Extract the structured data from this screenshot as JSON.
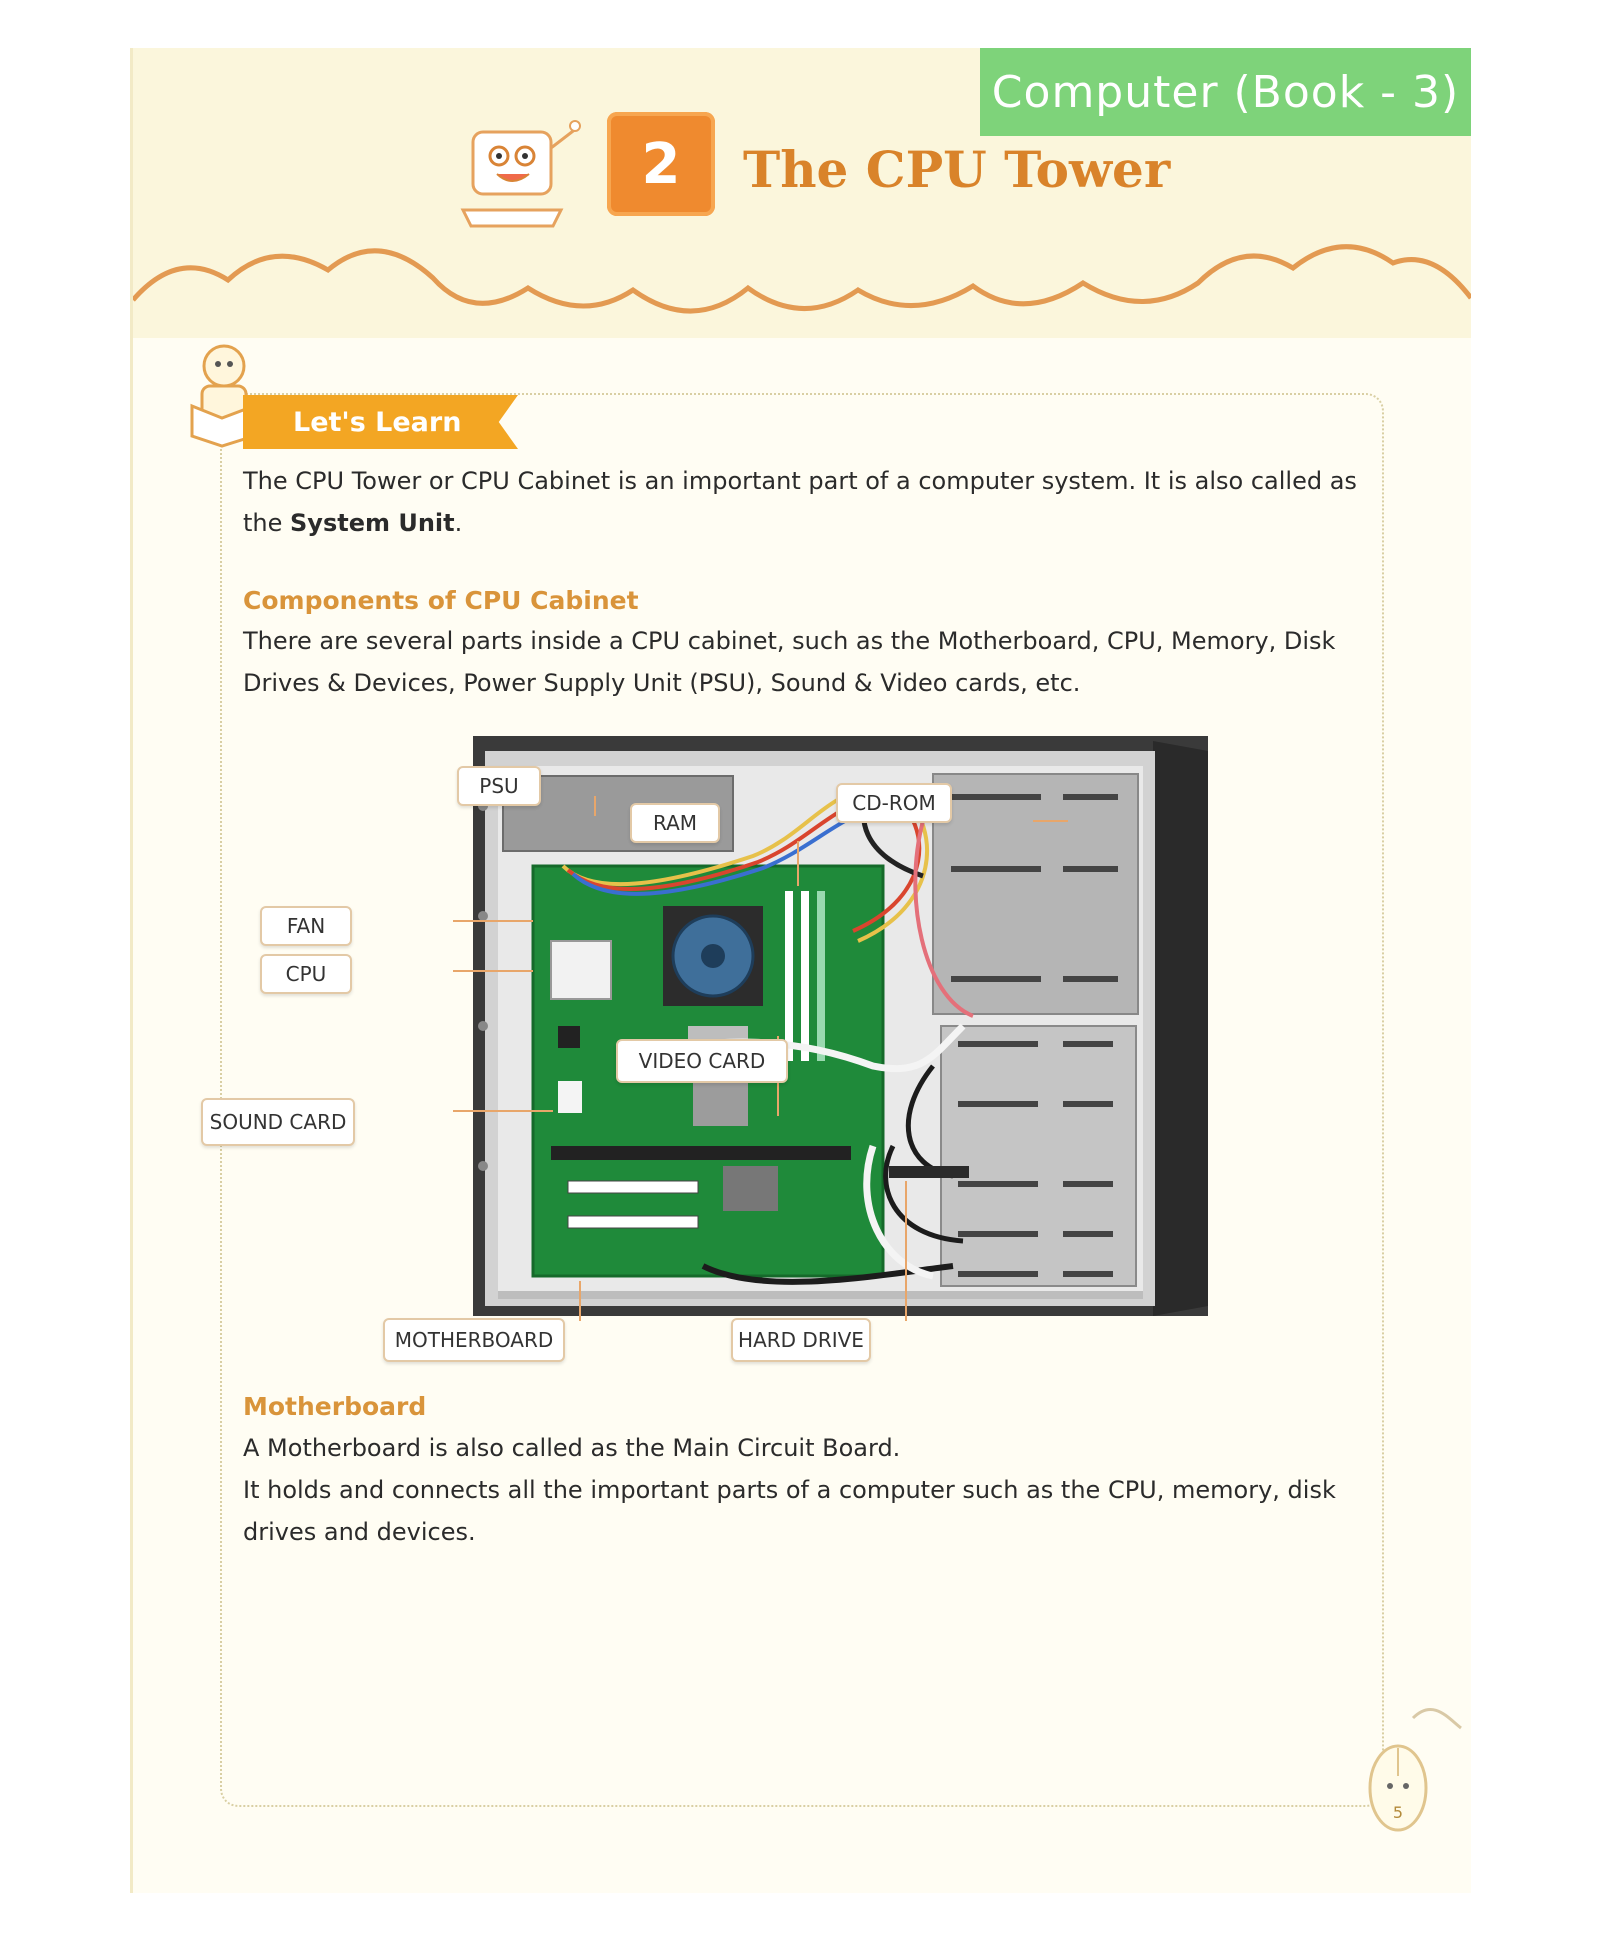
{
  "header": {
    "book_tag": "Computer (Book - 3)",
    "chapter_number": "2",
    "chapter_title": "The CPU Tower"
  },
  "section": {
    "badge": "Let's Learn"
  },
  "intro": {
    "text_before": "The CPU Tower or CPU Cabinet is an important part of a computer system. It is also called as the ",
    "bold": "System Unit",
    "text_after": "."
  },
  "components": {
    "heading": "Components of CPU Cabinet",
    "text": "There are several parts inside a CPU cabinet, such as the Motherboard, CPU, Memory, Disk Drives & Devices, Power Supply Unit (PSU), Sound & Video cards, etc."
  },
  "diagram": {
    "labels": {
      "psu": "PSU",
      "ram": "RAM",
      "cdrom": "CD-ROM",
      "fan": "FAN",
      "cpu": "CPU",
      "video_card": "VIDEO CARD",
      "sound_card": "SOUND CARD",
      "motherboard": "MOTHERBOARD",
      "hard_drive": "HARD DRIVE"
    },
    "colors": {
      "board": "#1f8a3a",
      "case": "#3a3a3a",
      "panel": "#e6e6e6",
      "arrow": "#e8a66a"
    }
  },
  "motherboard": {
    "heading": "Motherboard",
    "line1": "A Motherboard is also called as the Main Circuit Board.",
    "line2": "It holds and connects all the important parts of a computer such as the CPU, memory, disk drives and devices."
  },
  "footer": {
    "page_number": "5"
  }
}
